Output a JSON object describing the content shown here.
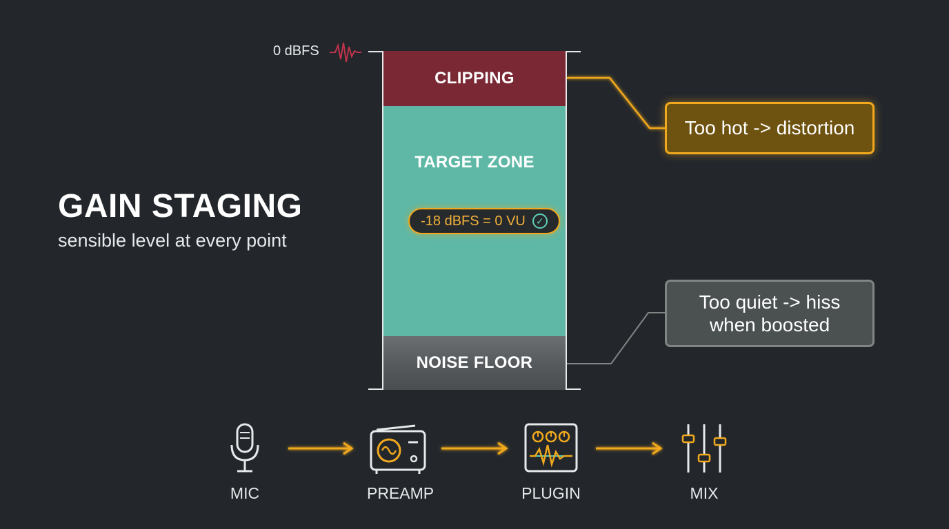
{
  "title": "GAIN STAGING",
  "subtitle": "sensible level at every point",
  "meter": {
    "top_label": "0 dBFS",
    "zones": {
      "clipping": "CLIPPING",
      "target": "TARGET ZONE",
      "noise": "NOISE FLOOR"
    },
    "reference": "-18 dBFS = 0 VU"
  },
  "callouts": {
    "hot": "Too hot -> distortion",
    "quiet_line1": "Too quiet -> hiss",
    "quiet_line2": "when boosted"
  },
  "chain": {
    "stages": [
      {
        "label": "MIC",
        "icon": "microphone-icon"
      },
      {
        "label": "PREAMP",
        "icon": "preamp-icon"
      },
      {
        "label": "PLUGIN",
        "icon": "plugin-icon"
      },
      {
        "label": "MIX",
        "icon": "mixer-faders-icon"
      }
    ]
  },
  "colors": {
    "background": "#23272c",
    "clipping": "#7a2833",
    "target": "#5fb8a6",
    "noise": "#55595c",
    "accent": "#f2a91d",
    "check": "#5fd1b8"
  }
}
